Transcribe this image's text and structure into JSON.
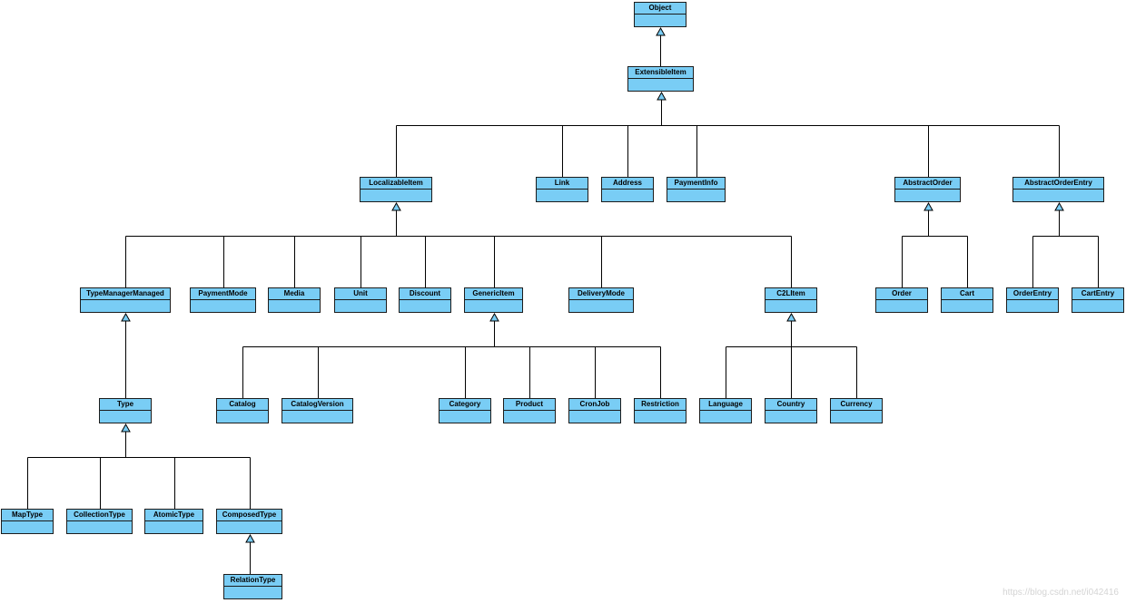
{
  "diagram": {
    "colors": {
      "box_fill": "#79cdf5",
      "box_stroke": "#1c1c1c",
      "arrow_fill": "#79cdf5",
      "line": "#000000"
    },
    "nodes": [
      {
        "id": "object",
        "label": "Object"
      },
      {
        "id": "extensibleitem",
        "label": "ExtensibleItem"
      },
      {
        "id": "localizableitem",
        "label": "LocalizableItem"
      },
      {
        "id": "link",
        "label": "Link"
      },
      {
        "id": "address",
        "label": "Address"
      },
      {
        "id": "paymentinfo",
        "label": "PaymentInfo"
      },
      {
        "id": "abstractorder",
        "label": "AbstractOrder"
      },
      {
        "id": "abstractorderentry",
        "label": "AbstractOrderEntry"
      },
      {
        "id": "typemanagermanaged",
        "label": "TypeManagerManaged"
      },
      {
        "id": "paymentmode",
        "label": "PaymentMode"
      },
      {
        "id": "media",
        "label": "Media"
      },
      {
        "id": "unit",
        "label": "Unit"
      },
      {
        "id": "discount",
        "label": "Discount"
      },
      {
        "id": "genericitem",
        "label": "GenericItem"
      },
      {
        "id": "deliverymode",
        "label": "DeliveryMode"
      },
      {
        "id": "c2litem",
        "label": "C2LItem"
      },
      {
        "id": "order",
        "label": "Order"
      },
      {
        "id": "cart",
        "label": "Cart"
      },
      {
        "id": "orderentry",
        "label": "OrderEntry"
      },
      {
        "id": "cartentry",
        "label": "CartEntry"
      },
      {
        "id": "type",
        "label": "Type"
      },
      {
        "id": "catalog",
        "label": "Catalog"
      },
      {
        "id": "catalogversion",
        "label": "CatalogVersion"
      },
      {
        "id": "category",
        "label": "Category"
      },
      {
        "id": "product",
        "label": "Product"
      },
      {
        "id": "cronjob",
        "label": "CronJob"
      },
      {
        "id": "restriction",
        "label": "Restriction"
      },
      {
        "id": "language",
        "label": "Language"
      },
      {
        "id": "country",
        "label": "Country"
      },
      {
        "id": "currency",
        "label": "Currency"
      },
      {
        "id": "maptype",
        "label": "MapType"
      },
      {
        "id": "collectiontype",
        "label": "CollectionType"
      },
      {
        "id": "atomictype",
        "label": "AtomicType"
      },
      {
        "id": "composedtype",
        "label": "ComposedType"
      },
      {
        "id": "relationtype",
        "label": "RelationType"
      }
    ],
    "inheritance": [
      {
        "parent": "object",
        "children": [
          "extensibleitem"
        ]
      },
      {
        "parent": "extensibleitem",
        "children": [
          "localizableitem",
          "link",
          "address",
          "paymentinfo",
          "abstractorder",
          "abstractorderentry"
        ]
      },
      {
        "parent": "localizableitem",
        "children": [
          "typemanagermanaged",
          "paymentmode",
          "media",
          "unit",
          "discount",
          "genericitem",
          "deliverymode",
          "c2litem"
        ]
      },
      {
        "parent": "abstractorder",
        "children": [
          "order",
          "cart"
        ]
      },
      {
        "parent": "abstractorderentry",
        "children": [
          "orderentry",
          "cartentry"
        ]
      },
      {
        "parent": "typemanagermanaged",
        "children": [
          "type"
        ]
      },
      {
        "parent": "genericitem",
        "children": [
          "catalog",
          "catalogversion",
          "category",
          "product",
          "cronjob",
          "restriction"
        ]
      },
      {
        "parent": "c2litem",
        "children": [
          "language",
          "country",
          "currency"
        ]
      },
      {
        "parent": "type",
        "children": [
          "maptype",
          "collectiontype",
          "atomictype",
          "composedtype"
        ]
      },
      {
        "parent": "composedtype",
        "children": [
          "relationtype"
        ]
      }
    ]
  },
  "watermark": "https://blog.csdn.net/i042416"
}
